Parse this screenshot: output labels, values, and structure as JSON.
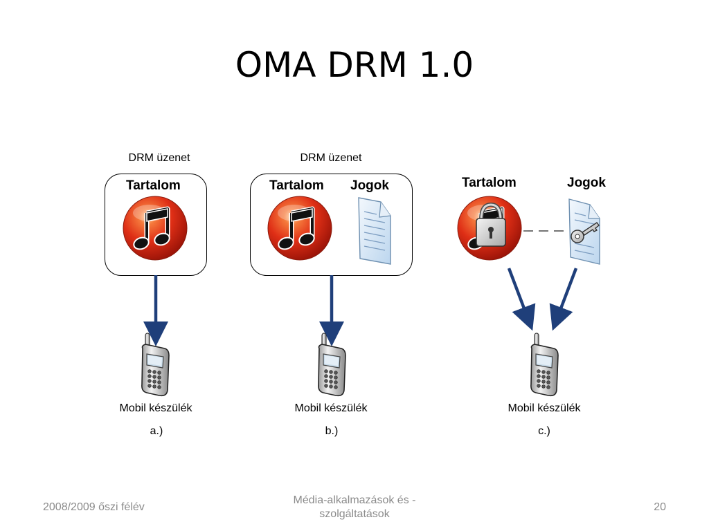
{
  "slide": {
    "title": "OMA DRM 1.0"
  },
  "scenario_a": {
    "message_label": "DRM üzenet",
    "content_label": "Tartalom",
    "device_label": "Mobil készülék",
    "case_label": "a.)"
  },
  "scenario_b": {
    "message_label": "DRM üzenet",
    "content_label": "Tartalom",
    "rights_label": "Jogok",
    "device_label": "Mobil készülék",
    "case_label": "b.)"
  },
  "scenario_c": {
    "content_label": "Tartalom",
    "rights_label": "Jogok",
    "device_label": "Mobil készülék",
    "case_label": "c.)"
  },
  "footer": {
    "date": "2008/2009 őszi félév",
    "course_line1": "Média-alkalmazások és -",
    "course_line2": "szolgáltatások",
    "page_number": "20"
  },
  "colors": {
    "arrow": "#1f3f7a",
    "music_orb": "#e03018",
    "document": "#cfe2f3"
  }
}
